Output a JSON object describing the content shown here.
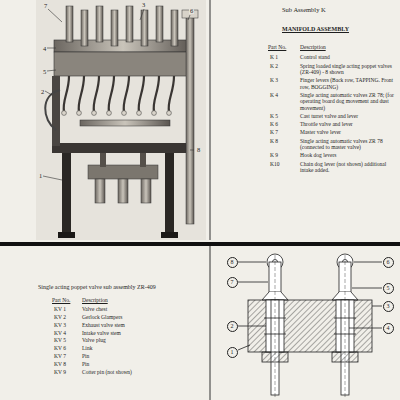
{
  "diagram": {
    "title": "Sub Assembly K",
    "nodes": [
      {
        "text": [
          "8"
        ]
      },
      {
        "text": [
          "7"
        ]
      },
      {
        "text": [
          "2"
        ]
      },
      {
        "text": [
          "1"
        ]
      },
      {
        "text": [
          "6"
        ]
      },
      {
        "text": [
          "5"
        ]
      },
      {
        "text": [
          "3"
        ]
      },
      {
        "text": [
          "4"
        ]
      }
    ],
    "labels": [
      "7",
      "3",
      "6",
      "4",
      "5",
      "2",
      "8",
      "1",
      "MANIFOLD ASSEMBLY",
      "Part No.",
      "Description",
      "K 1",
      "Control stand",
      "K 2",
      "Spring loaded single acting poppet valves (ZR-409) - 8 shown",
      "K 3",
      "Finger levers (Back row, TAPPING. Front row, BOGGING)",
      "K 4",
      "Single acting automatic valves ZR 78; (for operating board dog movement and dust movement)",
      "K 5",
      "Cast turret valve and lever",
      "K 6",
      "Throttle valve and lever",
      "K 7",
      "Master valve lever",
      "K 8",
      "Single acting automatic valves ZR 78 (connected to master valve)",
      "K 9",
      "Hook dog levers",
      "K10",
      "Chain dog lever (not shown) additional intake added.",
      "Single acting poppet valve sub assembly ZR-409",
      "Part No.",
      "Description",
      "KV 1",
      "Valve chest",
      "KV 2",
      "Gerlock Glampers",
      "KV 3",
      "Exhaust valve stem",
      "KV 4",
      "Intake valve stem",
      "KV 5",
      "Valve plug",
      "KV 6",
      "Link",
      "KV 7",
      "Pin",
      "KV 8",
      "Pin",
      "KV 9",
      "Cotter pin (not shown)"
    ]
  }
}
